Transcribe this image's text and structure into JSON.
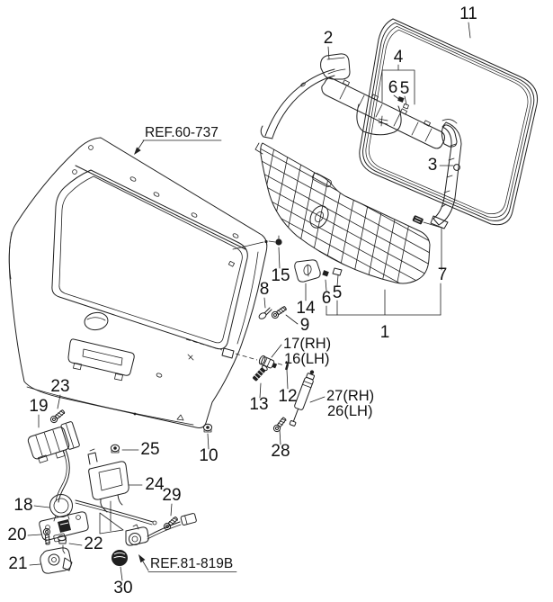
{
  "diagram": {
    "type": "exploded-parts-diagram",
    "colors": {
      "background": "#ffffff",
      "line": "#1f1f1f",
      "ink": "#111111"
    },
    "references": {
      "top": "REF.60-737",
      "bottom": "REF.81-819B"
    },
    "callouts": {
      "c1": "1",
      "c2": "2",
      "c3": "3",
      "c4": "4",
      "c5a": "5",
      "c6a": "6",
      "c5b": "5",
      "c6b": "6",
      "c7": "7",
      "c8": "8",
      "c9": "9",
      "c10": "10",
      "c11": "11",
      "c12": "12",
      "c13": "13",
      "c14": "14",
      "c15": "15",
      "c16": "16(LH)",
      "c17": "17(RH)",
      "c18": "18",
      "c19": "19",
      "c20": "20",
      "c21": "21",
      "c22": "22",
      "c23": "23",
      "c24": "24",
      "c25": "25",
      "c26": "26(LH)",
      "c27": "27(RH)",
      "c28": "28",
      "c29": "29",
      "c30": "30"
    }
  }
}
